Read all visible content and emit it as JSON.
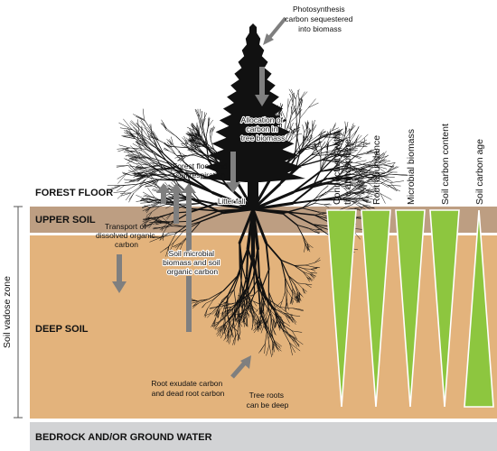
{
  "zones": {
    "forest_floor": "FOREST FLOOR",
    "upper_soil": "UPPER SOIL",
    "deep_soil": "DEEP SOIL",
    "bedrock": "BEDROCK AND/OR GROUND WATER",
    "vadose": "Soil vadose zone"
  },
  "processes": {
    "photosynthesis": [
      "Photosynthesis",
      "carbon sequestered",
      "into biomass"
    ],
    "allocation": [
      "Allocation of",
      "carbon in",
      "tree biomass"
    ],
    "litter_fall": "Litter fall",
    "respiration": [
      "Forest floor and",
      "soil respiration"
    ],
    "transport": [
      "Transport of",
      "dissolved organic",
      "carbon"
    ],
    "microbial_soil": [
      "Soil microbial",
      "biomass and soil",
      "organic carbon"
    ],
    "root_exudate": [
      "Root exudate carbon",
      "and dead root carbon"
    ],
    "tree_roots": [
      "Tree roots",
      "can be deep"
    ]
  },
  "gradients": [
    {
      "label": [
        "Connectivity with",
        "the atmosphere"
      ],
      "direction": "down"
    },
    {
      "label": [
        "Root abundance"
      ],
      "direction": "down"
    },
    {
      "label": [
        "Microbial biomass"
      ],
      "direction": "down"
    },
    {
      "label": [
        "Soil carbon content"
      ],
      "direction": "down"
    },
    {
      "label": [
        "Soil carbon age"
      ],
      "direction": "up"
    }
  ],
  "colors": {
    "upper_soil": "#bd9e82",
    "deep_soil": "#e3b37c",
    "bedrock": "#d2d3d5",
    "gradient_fill": "#8dc63f",
    "arrow": "#7f7f7f",
    "tree": "#111111"
  }
}
